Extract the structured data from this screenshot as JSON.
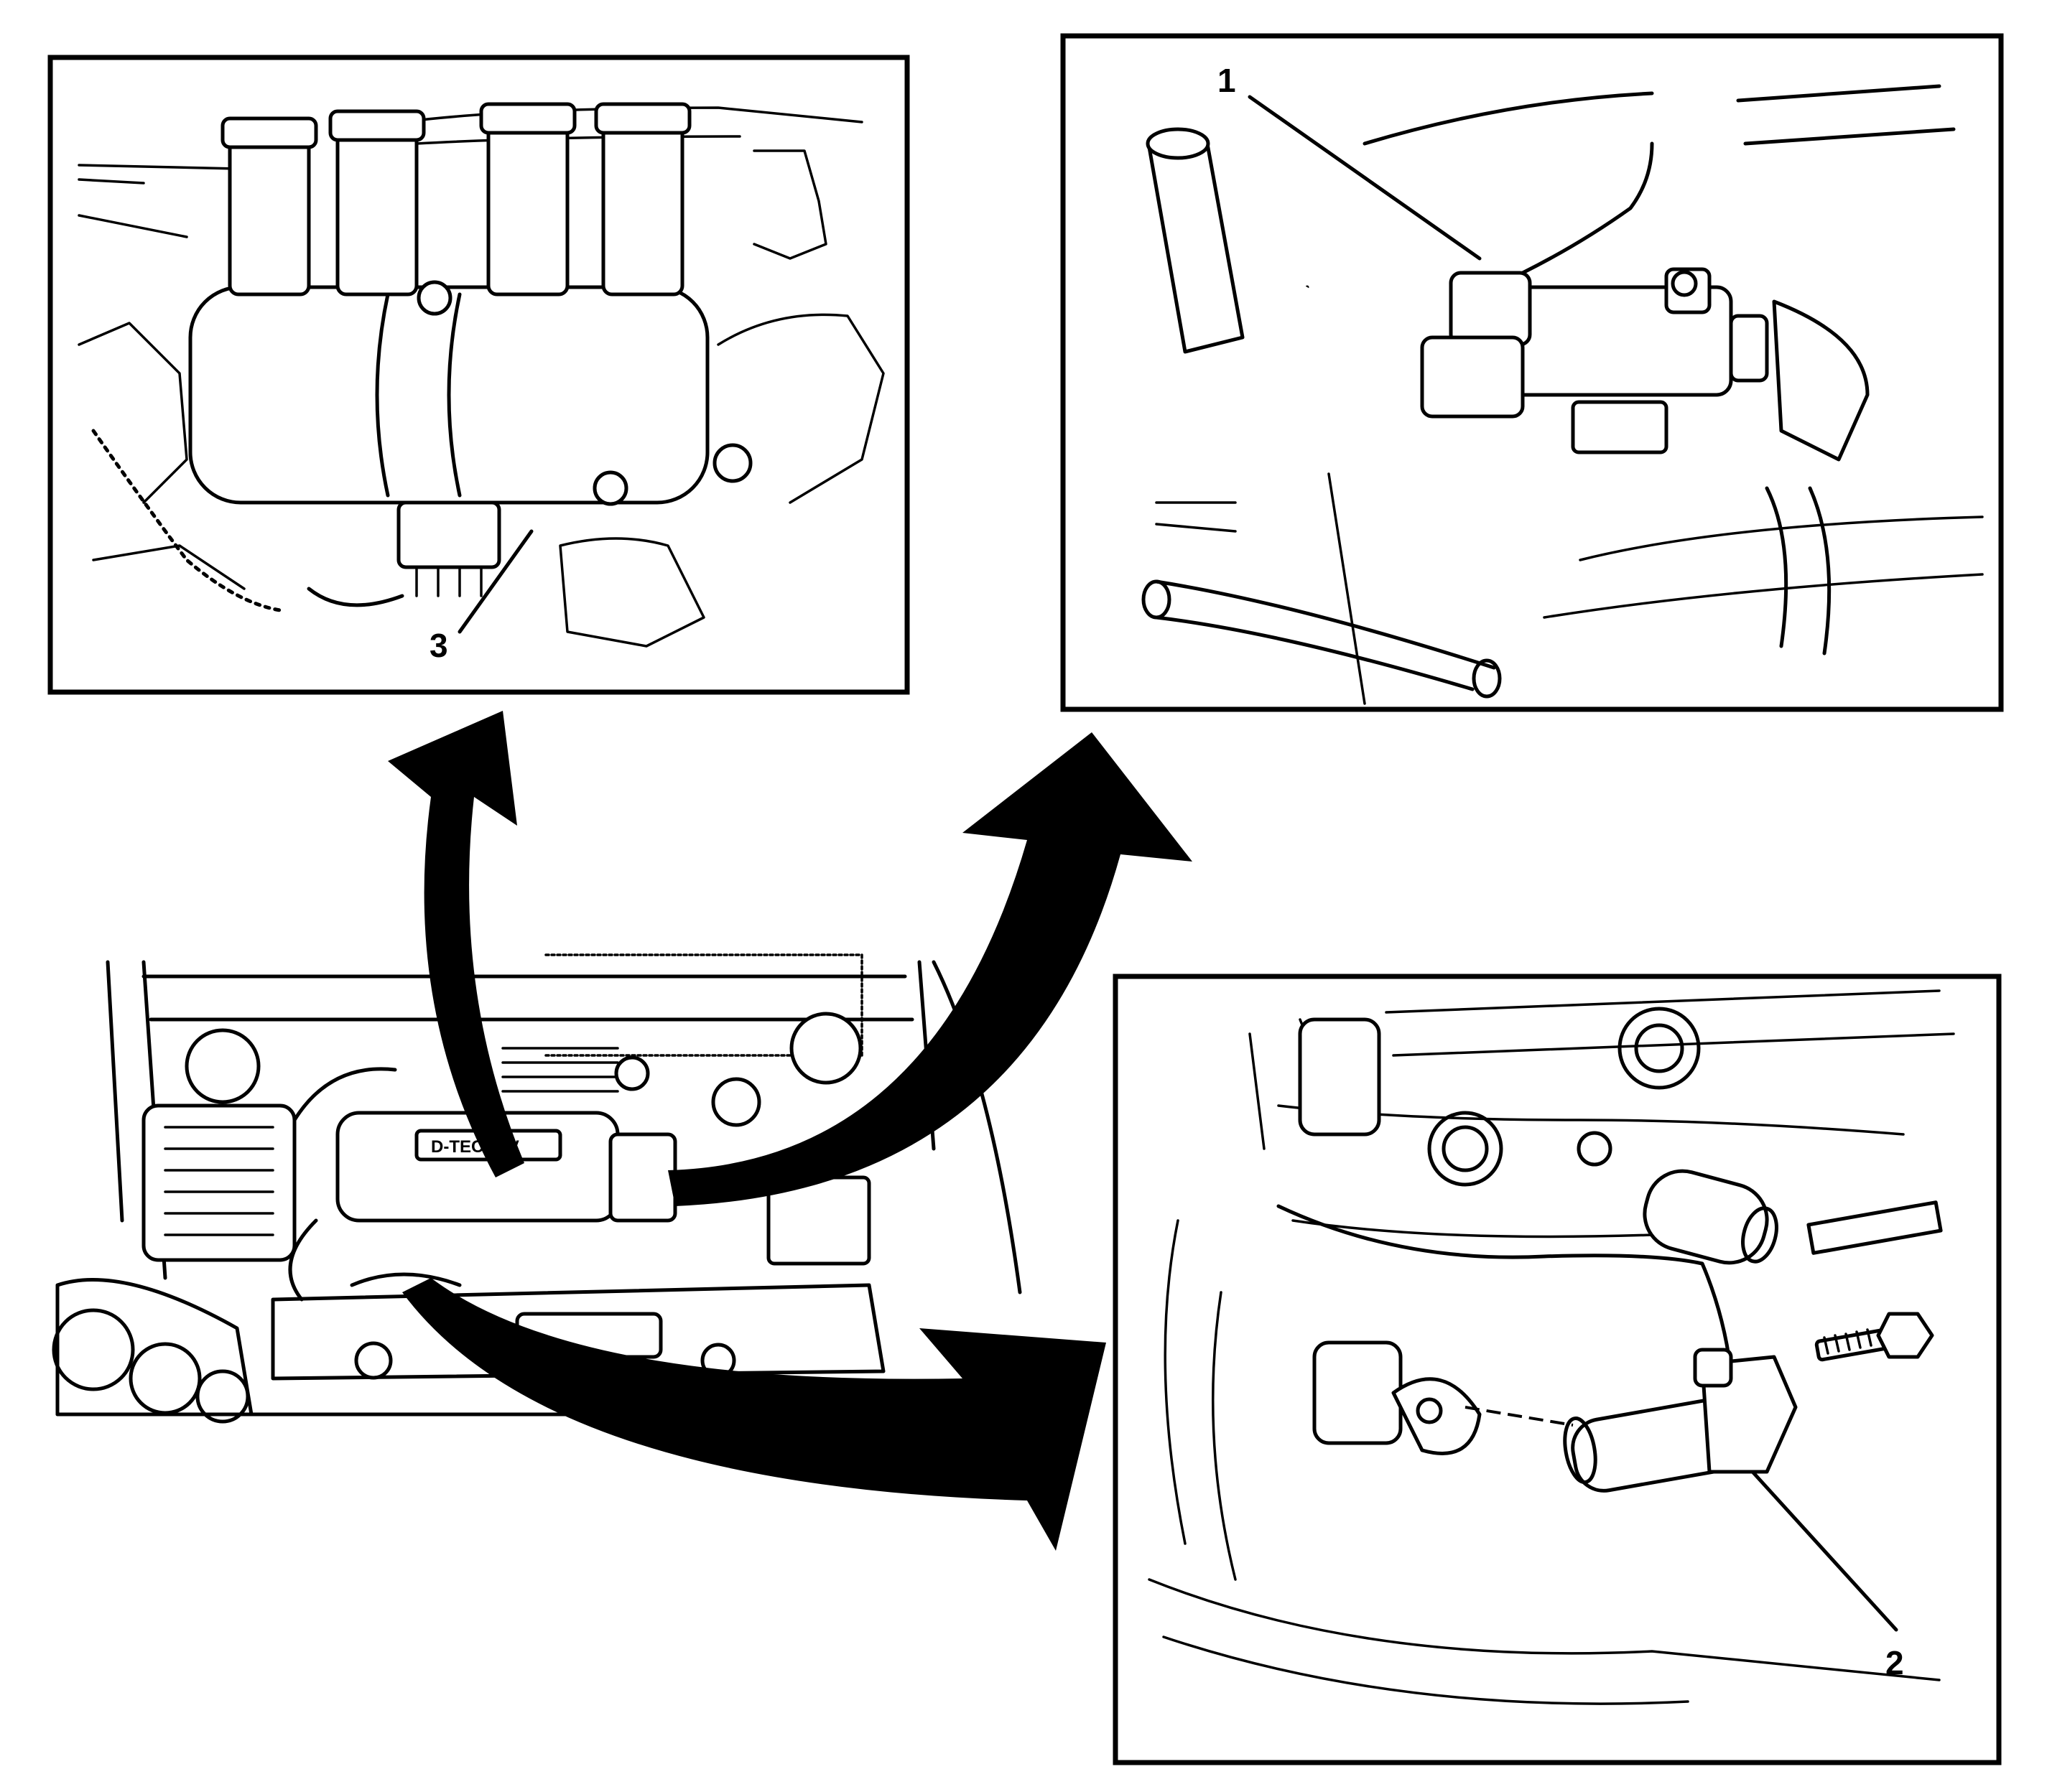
{
  "diagram": {
    "callouts": [
      {
        "id": "callout-3",
        "label": "3"
      },
      {
        "id": "callout-1",
        "label": "1"
      },
      {
        "id": "callout-2",
        "label": "2"
      }
    ],
    "engine_badge": "D-TEC 16V",
    "colors": {
      "ink": "#000000",
      "paper": "#ffffff"
    }
  }
}
